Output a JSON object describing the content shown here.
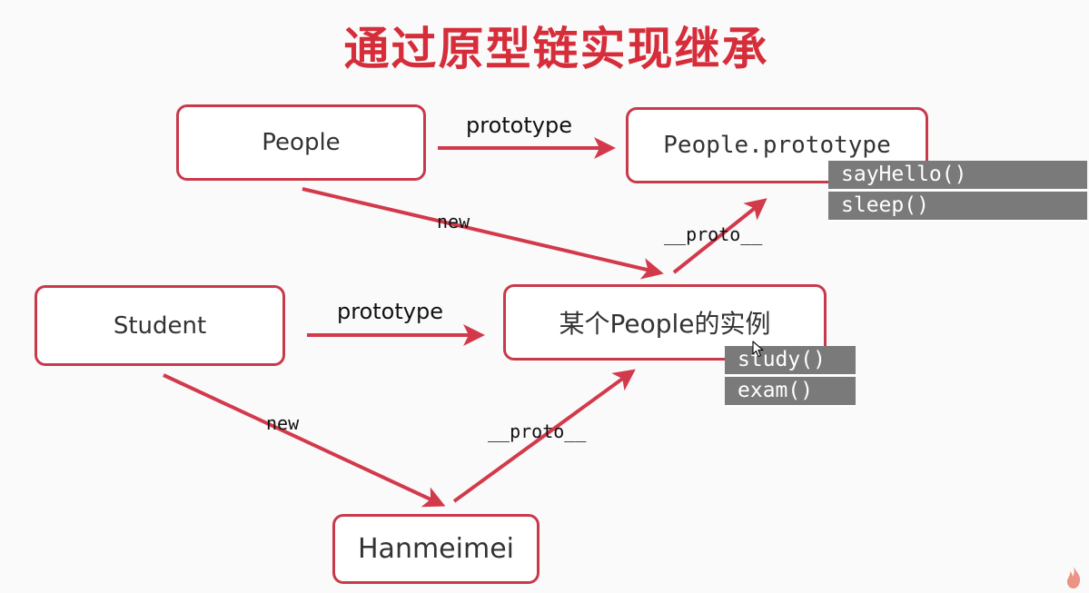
{
  "title": "通过原型链实现继承",
  "nodes": {
    "people": "People",
    "people_prototype": "People.prototype",
    "student": "Student",
    "people_instance": "某个People的实例",
    "hanmeimei": "Hanmeimei"
  },
  "labels": {
    "people_prototype_link": "prototype",
    "people_new": "new",
    "instance_proto": "__proto__",
    "student_prototype_link": "prototype",
    "student_new": "new",
    "hanmeimei_proto": "__proto__"
  },
  "methods": {
    "people_prototype": [
      "sayHello()",
      "sleep()"
    ],
    "people_instance": [
      "study()",
      "exam()"
    ]
  },
  "colors": {
    "accent": "#d62d3a",
    "arrow": "#d23a4c",
    "border": "#c83a4a",
    "method_bg": "#7a7a7a"
  },
  "icons": {
    "cursor": "arrow-pointer-icon",
    "brand": "flame-logo-icon"
  }
}
